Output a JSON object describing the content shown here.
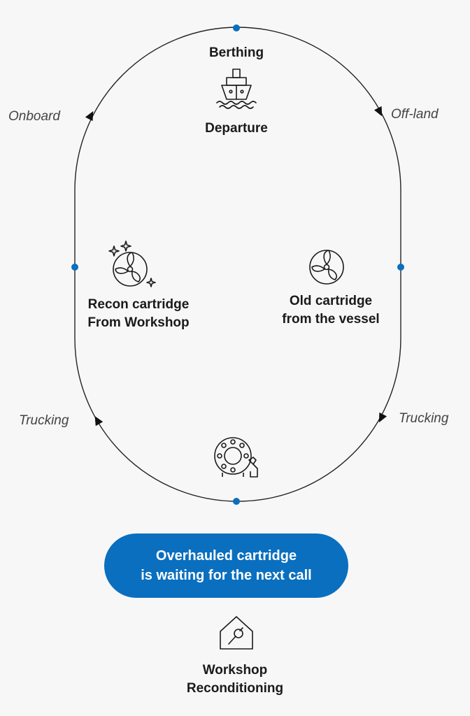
{
  "colors": {
    "accent": "#0a6fbf",
    "line": "#222222",
    "background": "#f7f7f7"
  },
  "cycle": {
    "top": {
      "line1": "Berthing",
      "line2": "Departure",
      "icon": "ship-icon"
    },
    "left": {
      "line1": "Recon cartridge",
      "line2": "From Workshop",
      "icon": "recon-cartridge-icon"
    },
    "right": {
      "line1": "Old cartridge",
      "line2": "from the vessel",
      "icon": "propeller-icon"
    },
    "bottom": {
      "icon": "flange-maintenance-icon"
    },
    "edges": {
      "top_left": "Onboard",
      "top_right": "Off-land",
      "bottom_left": "Trucking",
      "bottom_right": "Trucking"
    }
  },
  "callout": {
    "line1": "Overhauled cartridge",
    "line2": "is waiting for the next call"
  },
  "workshop": {
    "line1": "Workshop",
    "line2": "Reconditioning",
    "icon": "workshop-wrench-icon"
  }
}
